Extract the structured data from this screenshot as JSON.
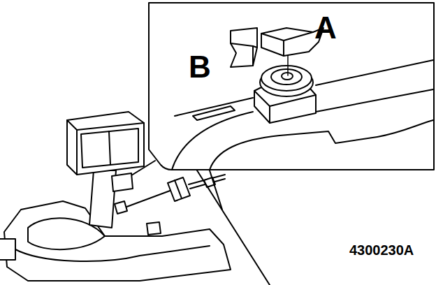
{
  "diagram": {
    "labels": [
      "A",
      "B",
      "4300230A"
    ]
  }
}
